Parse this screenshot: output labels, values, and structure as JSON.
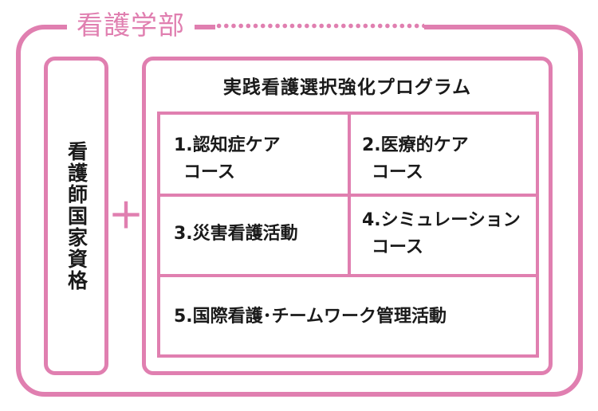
{
  "faculty": {
    "title": "看護学部"
  },
  "license": {
    "label": "看護師国家資格"
  },
  "connector": {
    "symbol": "＋"
  },
  "program": {
    "title": "実践看護選択強化プログラム",
    "courses": [
      {
        "line1": "1.認知症ケア",
        "line2": "コース"
      },
      {
        "line1": "2.医療的ケア",
        "line2": "コース"
      },
      {
        "line1": "3.災害看護活動",
        "line2": ""
      },
      {
        "line1": "4.シミュレーション",
        "line2": "コース"
      },
      {
        "line1": "5.国際看護･チームワーク管理活動",
        "line2": ""
      }
    ]
  },
  "colors": {
    "accent": "#e07fb0",
    "text": "#1a1a1a",
    "background": "#ffffff"
  }
}
